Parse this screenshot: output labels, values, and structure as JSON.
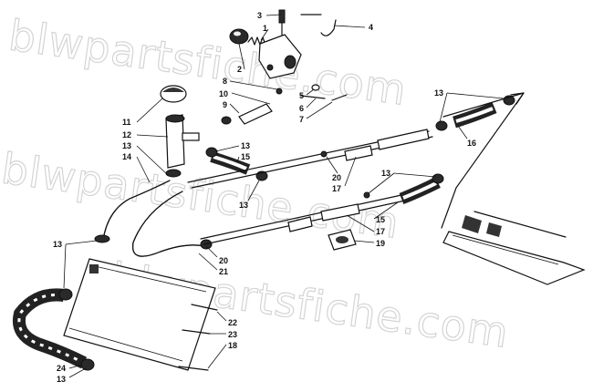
{
  "watermark": {
    "lines": [
      "blwpartsfiche.com",
      "blwpartsfiche.com",
      "blwpartsfiche.com"
    ]
  },
  "callouts": [
    {
      "id": "c3a",
      "text": "3"
    },
    {
      "id": "c1",
      "text": "1"
    },
    {
      "id": "c4",
      "text": "4"
    },
    {
      "id": "c2",
      "text": "2"
    },
    {
      "id": "c8",
      "text": "8"
    },
    {
      "id": "c10",
      "text": "10"
    },
    {
      "id": "c9",
      "text": "9"
    },
    {
      "id": "c5",
      "text": "5"
    },
    {
      "id": "c6",
      "text": "6"
    },
    {
      "id": "c7",
      "text": "7"
    },
    {
      "id": "c11",
      "text": "11"
    },
    {
      "id": "c12",
      "text": "12"
    },
    {
      "id": "c13a",
      "text": "13"
    },
    {
      "id": "c14",
      "text": "14"
    },
    {
      "id": "c13b",
      "text": "13"
    },
    {
      "id": "c15a",
      "text": "15"
    },
    {
      "id": "c13c",
      "text": "13"
    },
    {
      "id": "c13d",
      "text": "13"
    },
    {
      "id": "c16",
      "text": "16"
    },
    {
      "id": "c20a",
      "text": "20"
    },
    {
      "id": "c17a",
      "text": "17"
    },
    {
      "id": "c13e",
      "text": "13"
    },
    {
      "id": "c15b",
      "text": "15"
    },
    {
      "id": "c17b",
      "text": "17"
    },
    {
      "id": "c19",
      "text": "19"
    },
    {
      "id": "c13f",
      "text": "13"
    },
    {
      "id": "c20b",
      "text": "20"
    },
    {
      "id": "c21",
      "text": "21"
    },
    {
      "id": "c22",
      "text": "22"
    },
    {
      "id": "c23",
      "text": "23"
    },
    {
      "id": "c18",
      "text": "18"
    },
    {
      "id": "c24",
      "text": "24"
    },
    {
      "id": "c13g",
      "text": "13"
    }
  ]
}
